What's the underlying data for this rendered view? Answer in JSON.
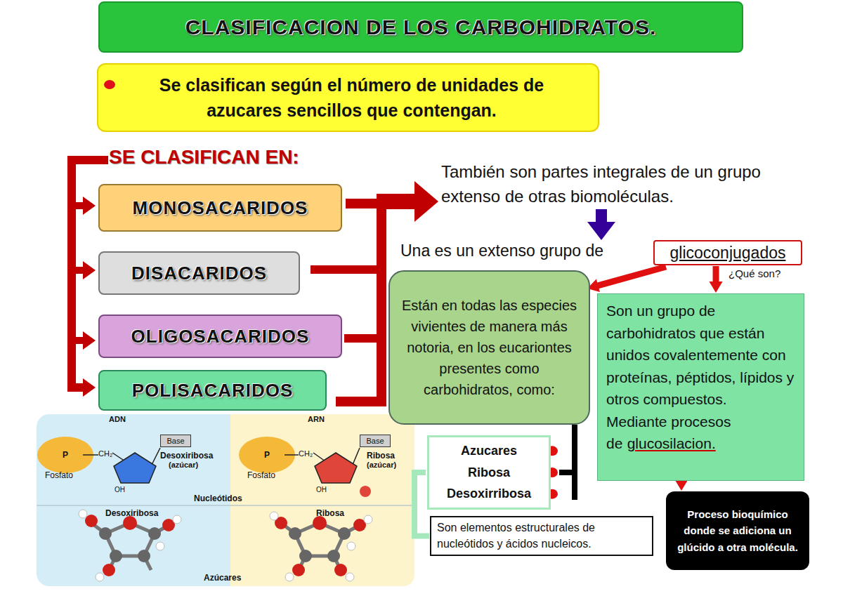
{
  "diagram": {
    "title": "CLASIFICACION DE LOS CARBOHIDRATOS.",
    "nodes": [
      {
        "text": [
          "Se clasifican según el número de unidades de azucares sencillos que contengan."
        ]
      },
      {
        "text": [
          "MONOSACARIDOS"
        ]
      },
      {
        "text": [
          "DISACARIDOS"
        ]
      },
      {
        "text": [
          "OLIGOSACARIDOS"
        ]
      },
      {
        "text": [
          "POLISACARIDOS"
        ]
      },
      {
        "text": [
          "glicoconjugados"
        ]
      },
      {
        "text": [
          "Están en todas las especies vivientes de manera más notoria, en los eucariontes presentes como carbohidratos, como:"
        ]
      },
      {
        "text": [
          "Son un grupo de carbohidratos que están unidos covalentemente con proteínas, péptidos, lípidos y otros compuestos.",
          "Mediante procesos de",
          "glucosilacion."
        ]
      },
      {
        "text": [
          "Azucares",
          "Ribosa",
          "Desoxirribosa"
        ]
      },
      {
        "text": [
          "Proceso bioquímico donde se adiciona un glúcido a otra molécula."
        ]
      },
      {
        "text": [
          "Son elementos estructurales de nucleótidos y ácidos nucleicos."
        ]
      },
      {
        "text": [
          "Base"
        ]
      },
      {
        "text": [
          "Base"
        ]
      }
    ],
    "edges": [
      {
        "from": 5,
        "to": 6,
        "arrow": "to"
      },
      {
        "from": 5,
        "to": 7,
        "label": "¿Qué son?",
        "arrow": "to"
      },
      {
        "from": 7,
        "to": 9,
        "arrow": "to"
      },
      {
        "from": 6,
        "to": 8,
        "arrow": "none"
      },
      {
        "from": 8,
        "to": 10,
        "arrow": "none"
      }
    ],
    "labels": [
      "SE CLASIFICAN EN:",
      "También son partes integrales de un grupo extenso de otras biomoléculas.",
      "Una es un extenso grupo de",
      "ADN",
      "ARN",
      "Desoxiribosa",
      "(azúcar)",
      "Ribosa",
      "(azúcar)",
      "Fosfato",
      "Fosfato",
      "Nucleótidos",
      "Desoxiribosa",
      "Ribosa",
      "Azúcares",
      "CH₂",
      "CH₂",
      "OH",
      "OH",
      "P",
      "P"
    ]
  }
}
